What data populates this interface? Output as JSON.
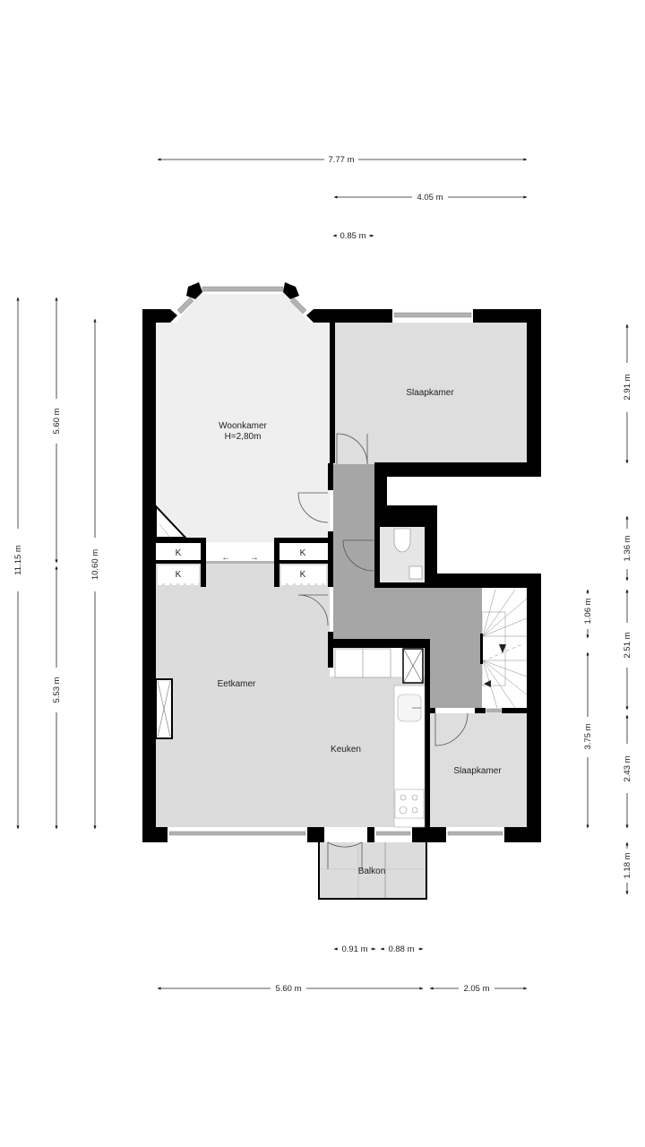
{
  "floorplan": {
    "colors": {
      "wall": "#000000",
      "living_floor": "#efefef",
      "room_floor": "#dedede",
      "hall_floor": "#a6a6a6",
      "toilet_floor": "#e6e6e6",
      "balcony_floor": "#dcdcdc",
      "window": "#b3b3b3",
      "background": "#ffffff"
    },
    "rooms": {
      "woonkamer": {
        "name": "Woonkamer",
        "height": "H=2,80m"
      },
      "slaapkamer_1": {
        "name": "Slaapkamer"
      },
      "eetkamer": {
        "name": "Eetkamer"
      },
      "keuken": {
        "name": "Keuken"
      },
      "slaapkamer_2": {
        "name": "Slaapkamer"
      },
      "balkon": {
        "name": "Balkon"
      }
    },
    "closets": [
      {
        "label": "K"
      },
      {
        "label": "K"
      },
      {
        "label": "K"
      },
      {
        "label": "K"
      }
    ],
    "sliding_arrows": {
      "left": "←",
      "right": "→"
    }
  },
  "dimensions": {
    "top": [
      {
        "value": "7.77 m"
      },
      {
        "value": "4.05 m"
      },
      {
        "value": "0.85 m"
      }
    ],
    "bottom": [
      {
        "value": "0.91 m"
      },
      {
        "value": "0.88 m"
      },
      {
        "value": "5.60 m"
      },
      {
        "value": "2.05 m"
      }
    ],
    "left": [
      {
        "value": "11.15 m"
      },
      {
        "value": "5.60 m"
      },
      {
        "value": "5.53 m"
      },
      {
        "value": "10.60 m"
      }
    ],
    "right": [
      {
        "value": "2.91 m"
      },
      {
        "value": "1.36 m"
      },
      {
        "value": "2.51 m"
      },
      {
        "value": "2.43 m"
      },
      {
        "value": "1.18 m"
      },
      {
        "value": "1.06 m"
      },
      {
        "value": "3.75 m"
      }
    ]
  }
}
